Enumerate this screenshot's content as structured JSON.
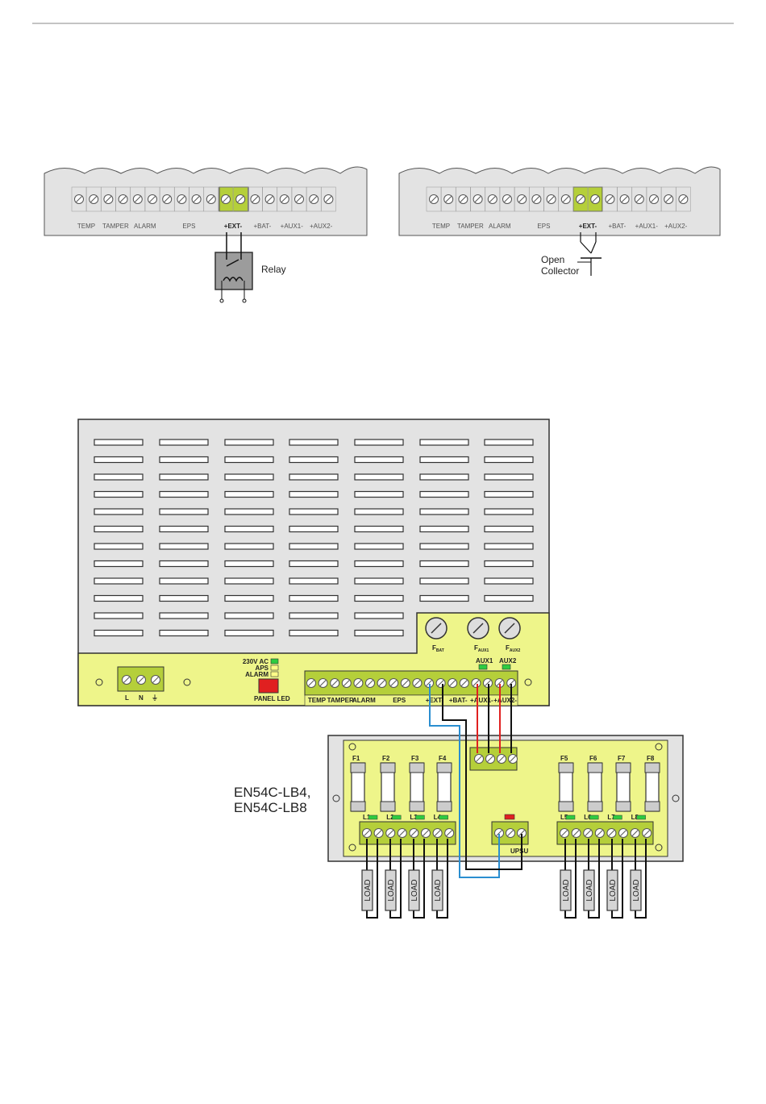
{
  "diagram1": {
    "terminal_labels": [
      "TEMP",
      "TAMPER",
      "ALARM",
      "EPS",
      "+EXT-",
      "+BAT-",
      "+AUX1-",
      "+AUX2-"
    ],
    "device_label": "Relay"
  },
  "diagram2": {
    "terminal_labels": [
      "TEMP",
      "TAMPER",
      "ALARM",
      "EPS",
      "+EXT-",
      "+BAT-",
      "+AUX1-",
      "+AUX2-"
    ],
    "device_label_line1": "Open",
    "device_label_line2": "Collector"
  },
  "psu": {
    "fuse_labels": [
      {
        "main": "F",
        "sub": "BAT"
      },
      {
        "main": "F",
        "sub": "AUX1"
      },
      {
        "main": "F",
        "sub": "AUX2"
      }
    ],
    "led_labels": [
      "230V AC",
      "APS",
      "ALARM"
    ],
    "panel_led_label": "PANEL LED",
    "mains_labels": [
      "L",
      "N",
      "⏚"
    ],
    "aux_led_labels": [
      "AUX1",
      "AUX2"
    ],
    "terminal_labels": [
      "TEMP",
      "TAMPER",
      "ALARM",
      "EPS",
      "+EXT-",
      "+BAT-",
      "+AUX1-",
      "+AUX2-"
    ]
  },
  "module": {
    "title_line1": "EN54C-LB4,",
    "title_line2": "EN54C-LB8",
    "fuses_left": [
      "F1",
      "F2",
      "F3",
      "F4"
    ],
    "fuses_right": [
      "F5",
      "F6",
      "F7",
      "F8"
    ],
    "led_left": [
      "L1",
      "L2",
      "L3",
      "L4"
    ],
    "led_right": [
      "L5",
      "L6",
      "L7",
      "L8"
    ],
    "psu_label": "UPSU",
    "load_label": "LOAD"
  },
  "colors": {
    "panel_grey": "#e3e3e3",
    "pcb_yellow": "#eef58a",
    "terminal_green": "#b5cf3a",
    "led_green": "#2ecc40",
    "led_red": "#e02020",
    "wire_red": "#e02020",
    "wire_blue": "#2a8ed0",
    "wire_black": "#111111"
  }
}
